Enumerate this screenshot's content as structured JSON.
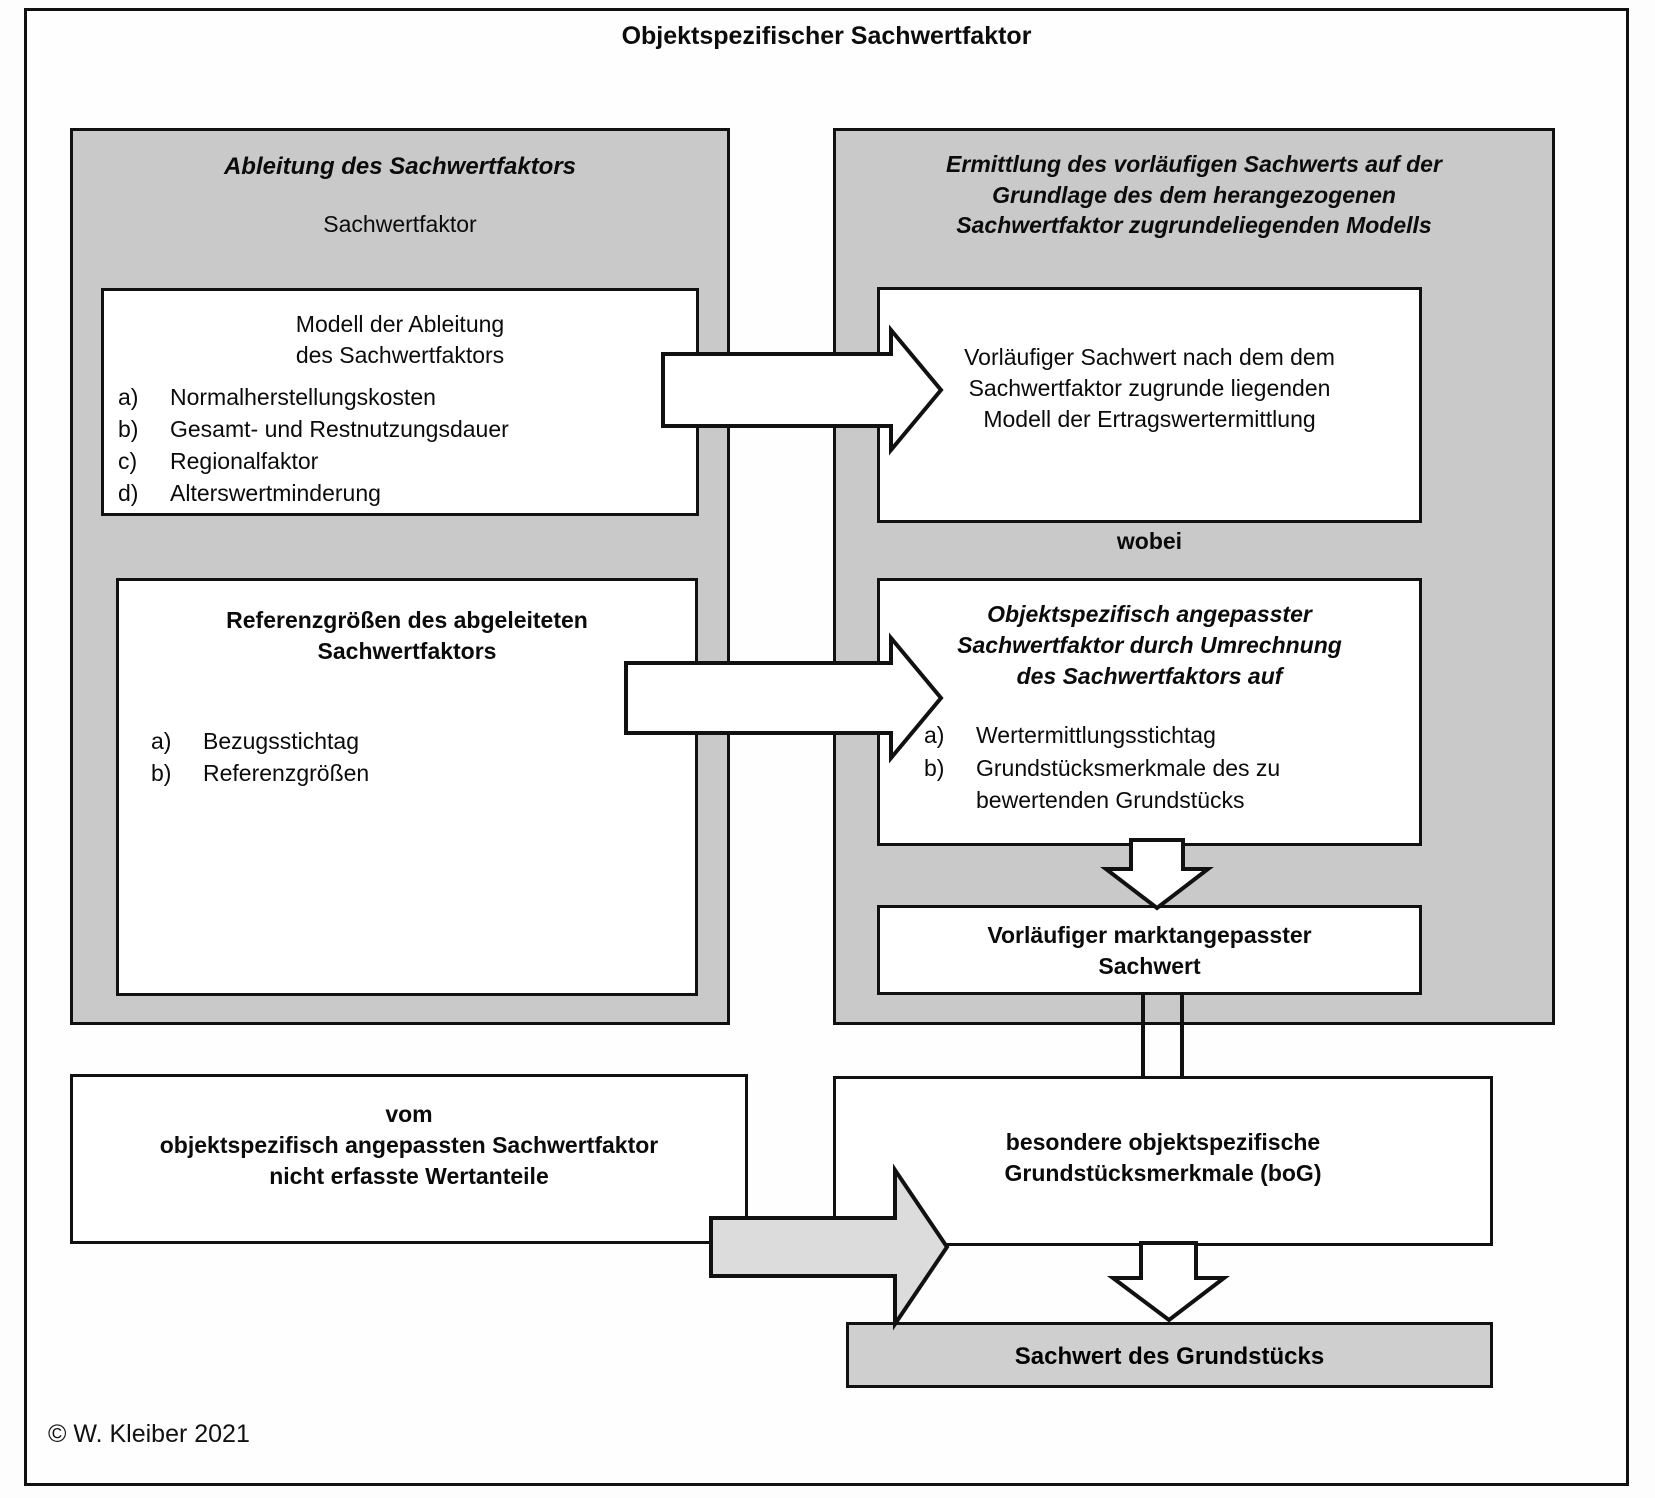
{
  "title": "Objektspezifischer Sachwertfaktor",
  "copyright": "© W. Kleiber 2021",
  "colors": {
    "panel_fill": "#c9c9c9",
    "box_fill": "#ffffff",
    "final_box_fill": "#cfcfcf",
    "arrow_white_fill": "#ffffff",
    "arrow_grey_fill": "#dcdcdc",
    "stroke": "#111111"
  },
  "left_panel": {
    "heading": "Ableitung des Sachwertfaktors",
    "subheading": "Sachwertfaktor",
    "box_modell": {
      "title_line1": "Modell der Ableitung",
      "title_line2": "des  Sachwertfaktors",
      "items": [
        {
          "marker": "a)",
          "text": "Normalherstellungskosten"
        },
        {
          "marker": "b)",
          "text": "Gesamt- und Restnutzungsdauer"
        },
        {
          "marker": "c)",
          "text": "Regionalfaktor"
        },
        {
          "marker": "d)",
          "text": "Alterswertminderung"
        }
      ]
    },
    "box_referenz": {
      "title_line1": "Referenzgrößen des abgeleiteten",
      "title_line2": "Sachwertfaktors",
      "items": [
        {
          "marker": "a)",
          "text": "Bezugsstichtag"
        },
        {
          "marker": "b)",
          "text": "Referenzgrößen"
        }
      ]
    }
  },
  "right_panel": {
    "heading_line1": "Ermittlung des vorläufigen Sachwerts auf der",
    "heading_line2": "Grundlage des dem herangezogenen",
    "heading_line3": "Sachwertfaktor zugrundeliegenden Modells",
    "box_vorlaeufig": {
      "line1": "Vorläufiger Sachwert nach dem dem",
      "line2": "Sachwertfaktor zugrunde liegenden",
      "line3": "Modell der Ertragswertermittlung"
    },
    "wobei_label": "wobei",
    "box_objektspezifisch": {
      "title_line1": "Objektspezifisch angepasster",
      "title_line2": "Sachwertfaktor durch Umrechnung",
      "title_line3": "des Sachwertfaktors auf",
      "items": [
        {
          "marker": "a)",
          "text": "Wertermittlungsstichtag"
        },
        {
          "marker": "b)",
          "text": "Grundstücksmerkmale des zu"
        },
        {
          "marker": "",
          "text": "bewertenden Grundstücks"
        }
      ]
    },
    "box_marktangepasst": {
      "line1": "Vorläufiger marktangepasster",
      "line2": "Sachwert"
    }
  },
  "bottom": {
    "box_wertanteile": {
      "line1": "vom",
      "line2": "objektspezifisch angepassten Sachwertfaktor",
      "line3": "nicht erfasste Wertanteile"
    },
    "box_bog": {
      "line1": "besondere objektspezifische",
      "line2": "Grundstücksmerkmale (boG)"
    },
    "box_final": {
      "text": "Sachwert des Grundstücks"
    }
  },
  "arrows": [
    {
      "name": "arrow-modell-to-vorlaeufig",
      "direction": "right",
      "style": "white"
    },
    {
      "name": "arrow-referenz-to-objektspezifisch",
      "direction": "right",
      "style": "white"
    },
    {
      "name": "arrow-objektspezifisch-to-marktangepasst",
      "direction": "down",
      "style": "white"
    },
    {
      "name": "arrow-wertanteile-to-bog",
      "direction": "right",
      "style": "grey"
    },
    {
      "name": "arrow-bog-to-sachwert",
      "direction": "down",
      "style": "white"
    }
  ]
}
